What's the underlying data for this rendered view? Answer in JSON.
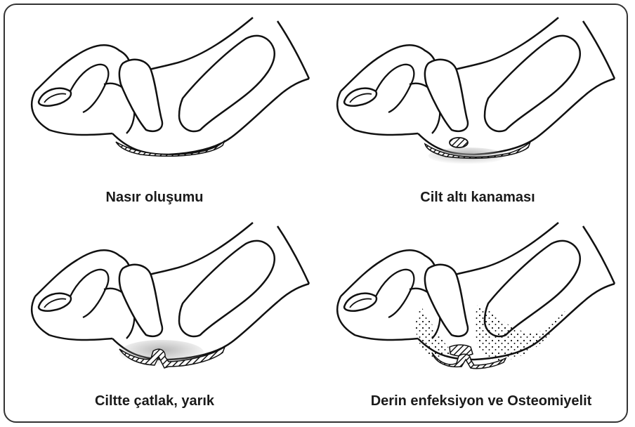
{
  "captions": {
    "top_left": "Nasır oluşumu",
    "top_right": "Cilt altı kanaması",
    "bottom_left": "Ciltte çatlak, yarık",
    "bottom_right": "Derin enfeksiyon ve Osteomiyelit"
  }
}
